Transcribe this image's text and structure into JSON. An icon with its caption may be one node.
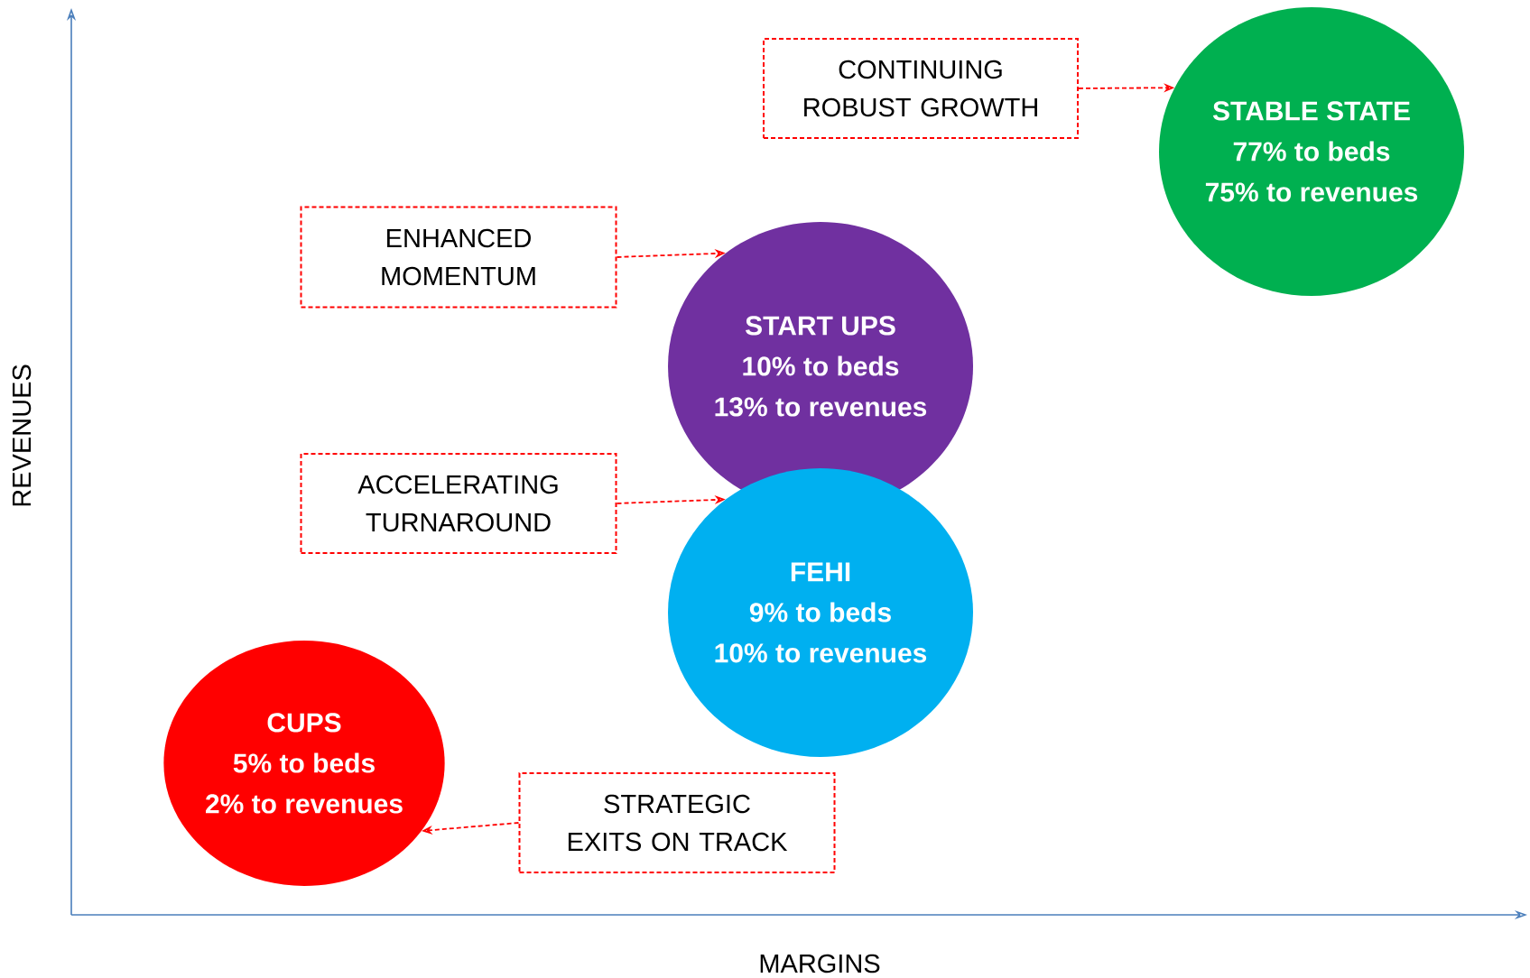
{
  "diagram": {
    "nodes": [
      {
        "text": [
          "CONTINUING ROBUST GROWTH"
        ]
      },
      {
        "text": [
          "STABLE STATE",
          "77% to beds",
          "75% to revenues"
        ]
      },
      {
        "text": [
          "ENHANCED MOMENTUM"
        ]
      },
      {
        "text": [
          "START UPS",
          "10% to beds",
          "13% to revenues"
        ]
      },
      {
        "text": [
          "ACCELERATING TURNAROUND"
        ]
      },
      {
        "text": [
          "FEHI",
          "9% to beds",
          "10% to revenues"
        ]
      },
      {
        "text": [
          "CUPS",
          "5% to beds",
          "2% to revenues"
        ]
      },
      {
        "text": [
          "STRATEGIC EXITS ON TRACK"
        ]
      }
    ],
    "edges": [
      {
        "from": 0,
        "to": 1,
        "arrow": "to",
        "style": "dashed"
      },
      {
        "from": 2,
        "to": 3,
        "arrow": "to",
        "style": "dashed"
      },
      {
        "from": 4,
        "to": 5,
        "arrow": "to",
        "style": "dashed"
      },
      {
        "from": 7,
        "to": 6,
        "arrow": "to",
        "style": "dashed"
      }
    ],
    "labels": [
      "REVENUES",
      "MARGINS"
    ]
  }
}
